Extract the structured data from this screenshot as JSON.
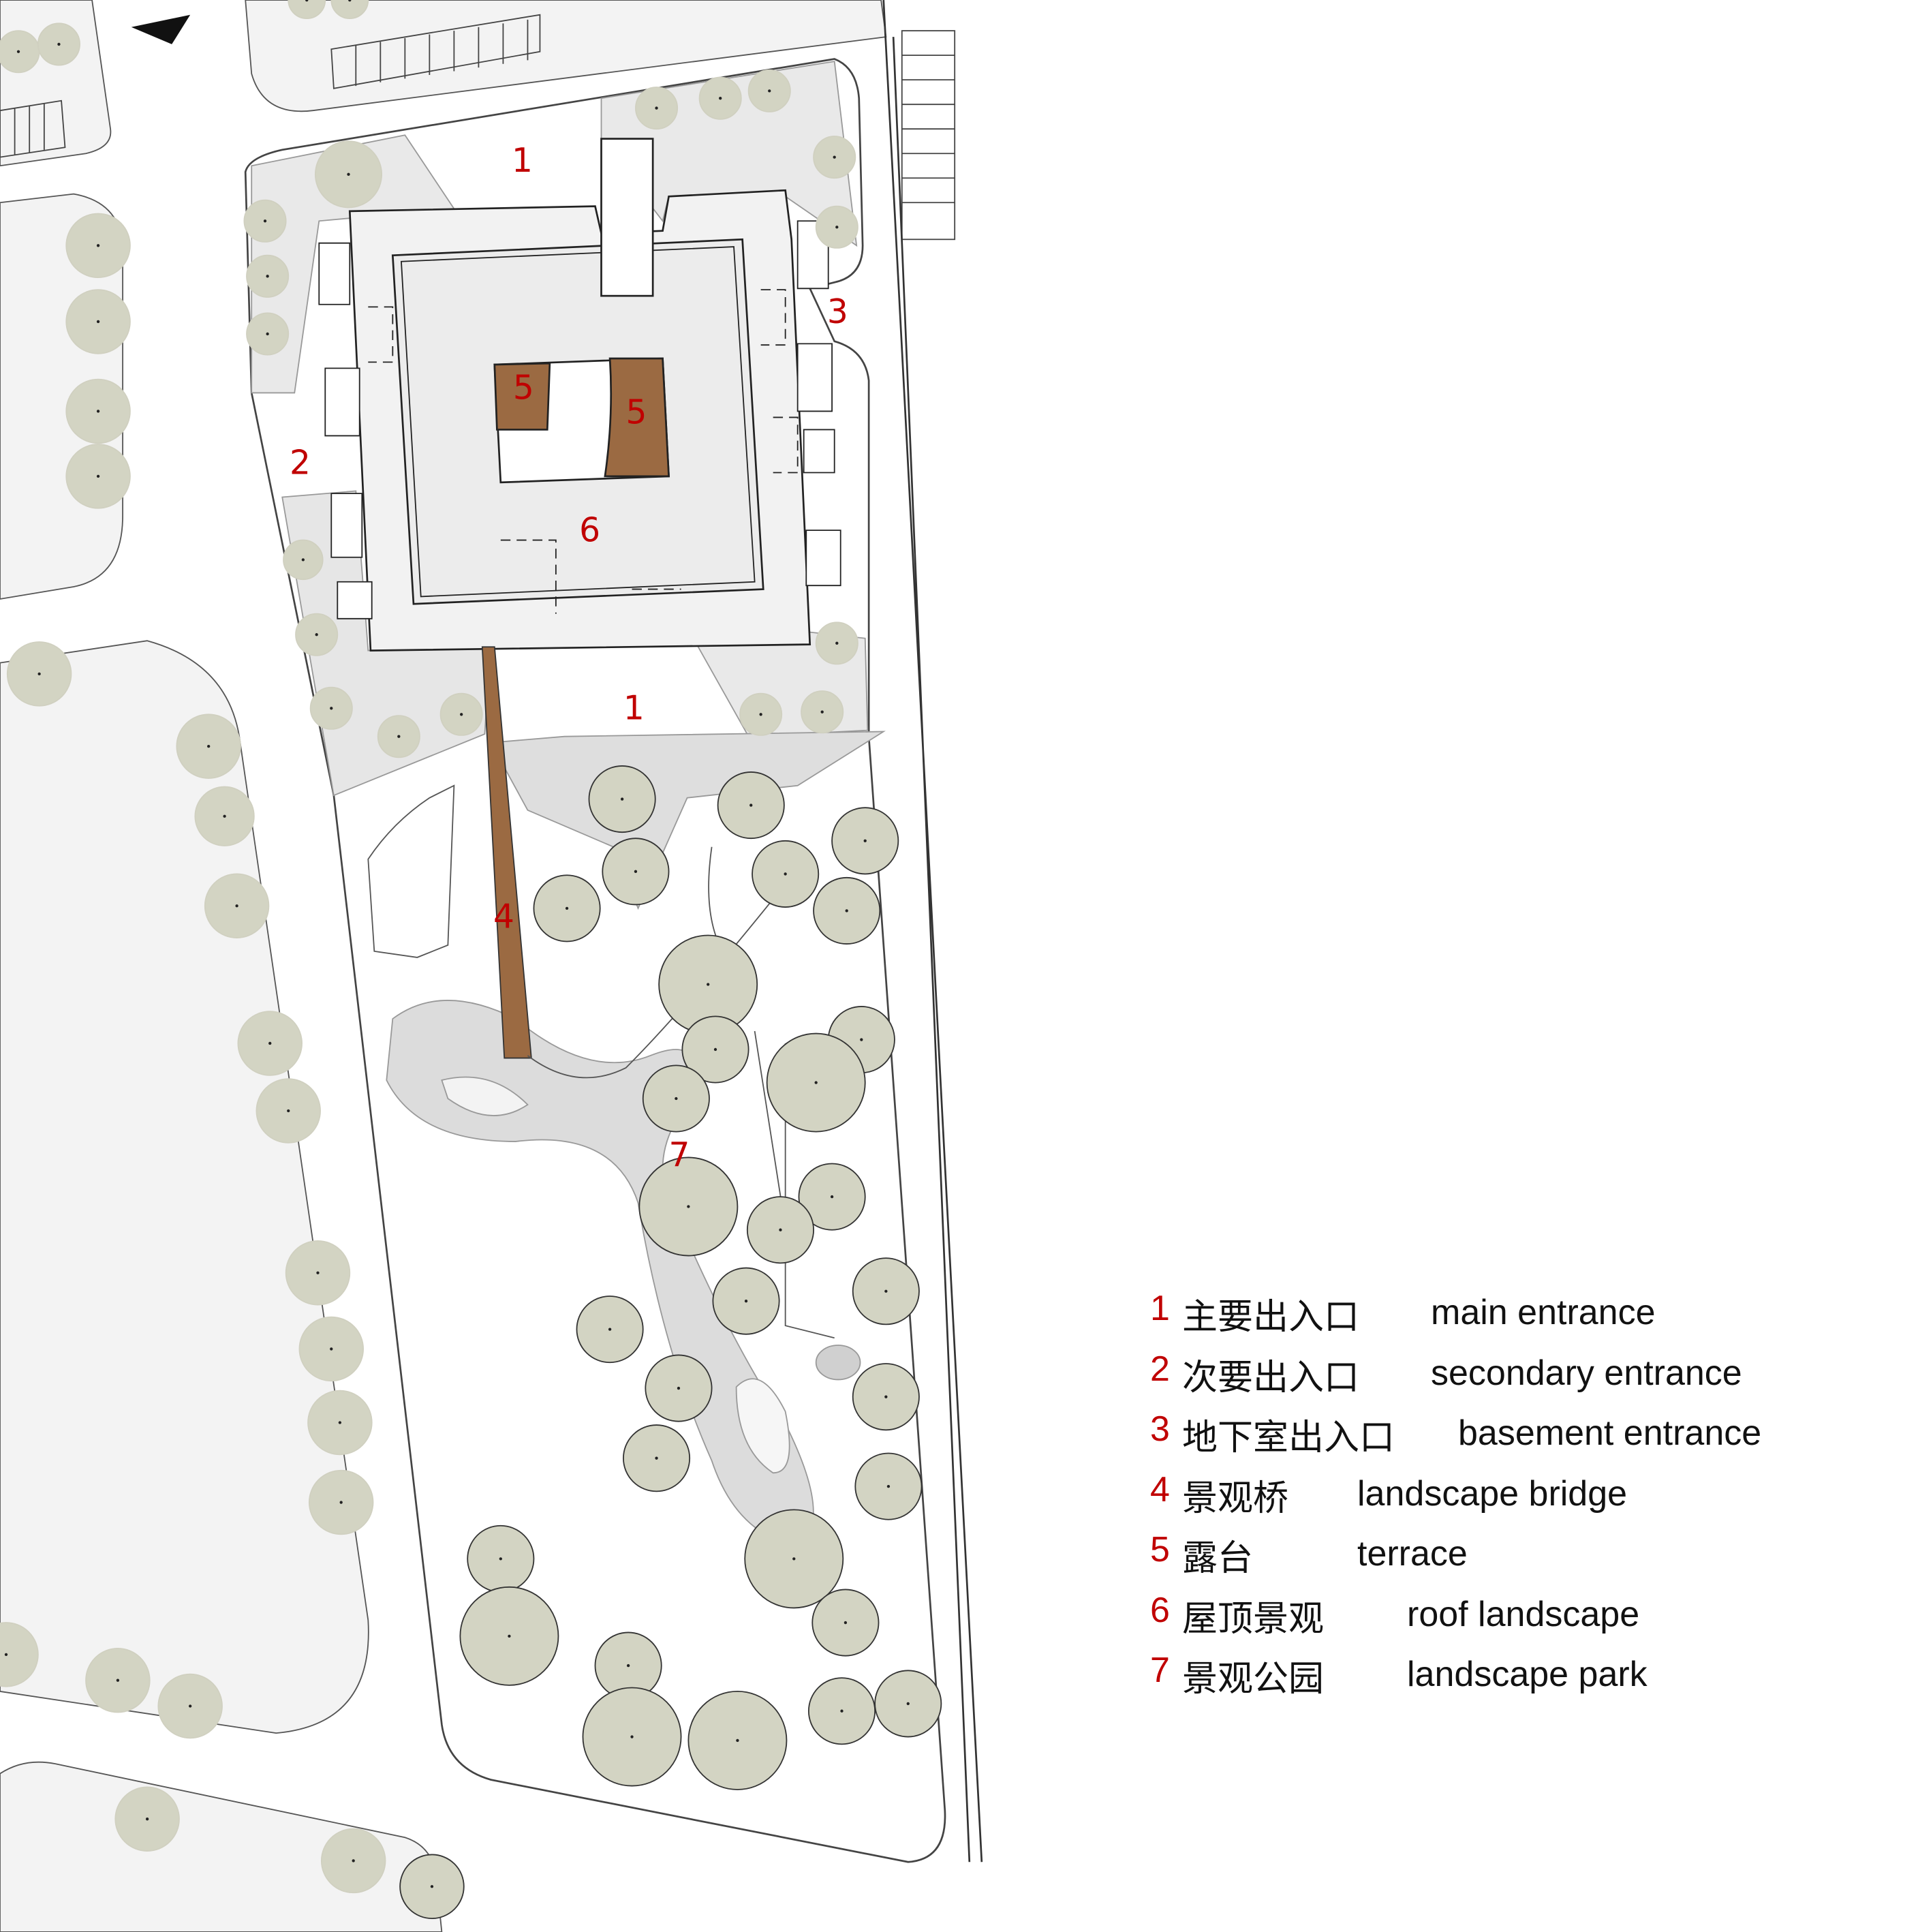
{
  "plan_labels": {
    "l1a": "1",
    "l1b": "1",
    "l2": "2",
    "l3": "3",
    "l4": "4",
    "l5a": "5",
    "l5b": "5",
    "l6": "6",
    "l7": "7"
  },
  "legend": [
    {
      "num": "1",
      "zh": "主要出入口",
      "en": "main entrance"
    },
    {
      "num": "2",
      "zh": "次要出入口",
      "en": "secondary entrance"
    },
    {
      "num": "3",
      "zh": "地下室出入口",
      "en": "basement entrance"
    },
    {
      "num": "4",
      "zh": "景观桥",
      "en": "landscape bridge"
    },
    {
      "num": "5",
      "zh": "露台",
      "en": "terrace"
    },
    {
      "num": "6",
      "zh": "屋顶景观",
      "en": "roof landscape"
    },
    {
      "num": "7",
      "zh": "景观公园",
      "en": "landscape park"
    }
  ],
  "colors": {
    "label_red": "#c00000",
    "tree_fill": "#d3d4c3",
    "wood": "#9b6a42",
    "block_grey": "#f3f3f3"
  },
  "icons": {
    "north_arrow": "north-arrow-icon"
  }
}
